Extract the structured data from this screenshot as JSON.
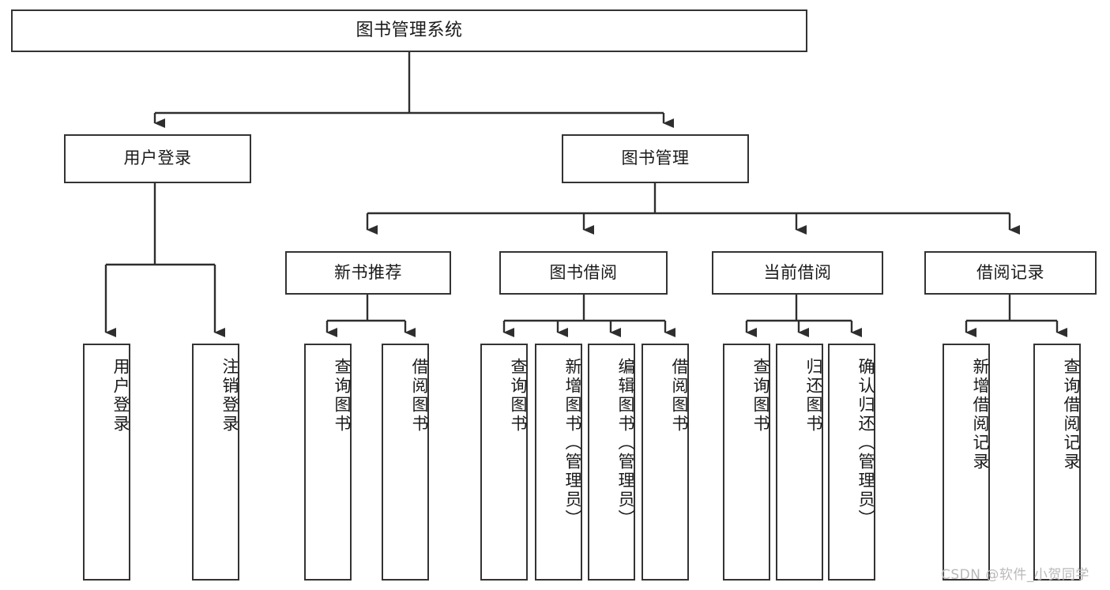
{
  "diagram": {
    "title": "图书管理系统",
    "type": "tree-hierarchy-diagram",
    "watermark": "CSDN @软件_小贺同学",
    "colors": {
      "stroke": "#333333",
      "fill": "#ffffff",
      "text": "#1a1a1a",
      "watermark": "#b9b9b9"
    },
    "root": {
      "label": "图书管理系统"
    },
    "level2": [
      {
        "label": "用户登录"
      },
      {
        "label": "图书管理"
      }
    ],
    "level3": [
      {
        "label": "新书推荐"
      },
      {
        "label": "图书借阅"
      },
      {
        "label": "当前借阅"
      },
      {
        "label": "借阅记录"
      }
    ],
    "leaves": {
      "user_login": [
        {
          "label": "用户登录"
        },
        {
          "label": "注销登录"
        }
      ],
      "new_book_recommend": [
        {
          "label": "查询图书"
        },
        {
          "label": "借阅图书"
        }
      ],
      "book_borrow": [
        {
          "label": "查询图书"
        },
        {
          "label": "新增图书（管理员）"
        },
        {
          "label": "编辑图书（管理员）"
        },
        {
          "label": "借阅图书"
        }
      ],
      "current_borrow": [
        {
          "label": "查询图书"
        },
        {
          "label": "归还图书"
        },
        {
          "label": "确认归还（管理员）"
        }
      ],
      "borrow_record": [
        {
          "label": "新增借阅记录"
        },
        {
          "label": "查询借阅记录"
        }
      ]
    }
  }
}
